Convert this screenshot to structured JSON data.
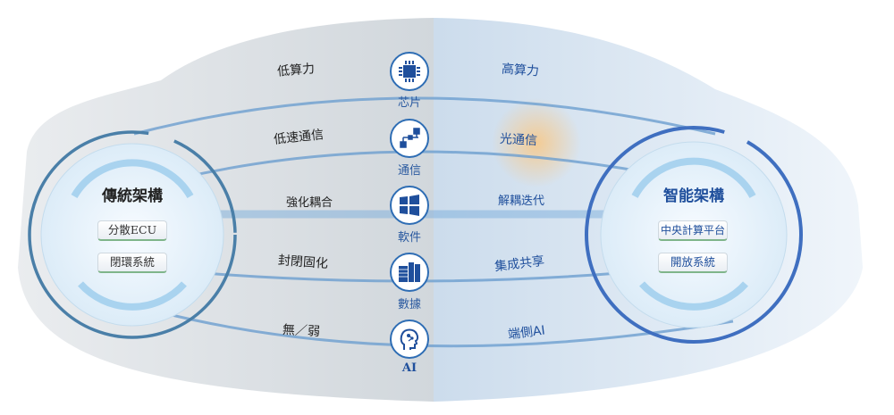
{
  "left": {
    "title": "傳統架構",
    "pills": [
      "分散ECU",
      "閉環系統"
    ],
    "labels": [
      "低算力",
      "低速通信",
      "強化耦合",
      "封閉固化",
      "無／弱"
    ]
  },
  "right": {
    "title": "智能架構",
    "pills": [
      "中央計算平台",
      "開放系統"
    ],
    "labels": [
      "高算力",
      "光通信",
      "解耦迭代",
      "集成共享",
      "端側AI"
    ]
  },
  "center": {
    "items": [
      {
        "label": "芯片",
        "icon": "chip-icon"
      },
      {
        "label": "通信",
        "icon": "network-icon"
      },
      {
        "label": "軟件",
        "icon": "windows-icon"
      },
      {
        "label": "數據",
        "icon": "server-icon"
      },
      {
        "label": "AI",
        "icon": "ai-head-icon"
      }
    ]
  },
  "colors": {
    "accent": "#2e6db4",
    "left_ring": "#4a7fa8",
    "right_ring": "#3f6fc0",
    "disc_arc": "#a9d3ef"
  }
}
